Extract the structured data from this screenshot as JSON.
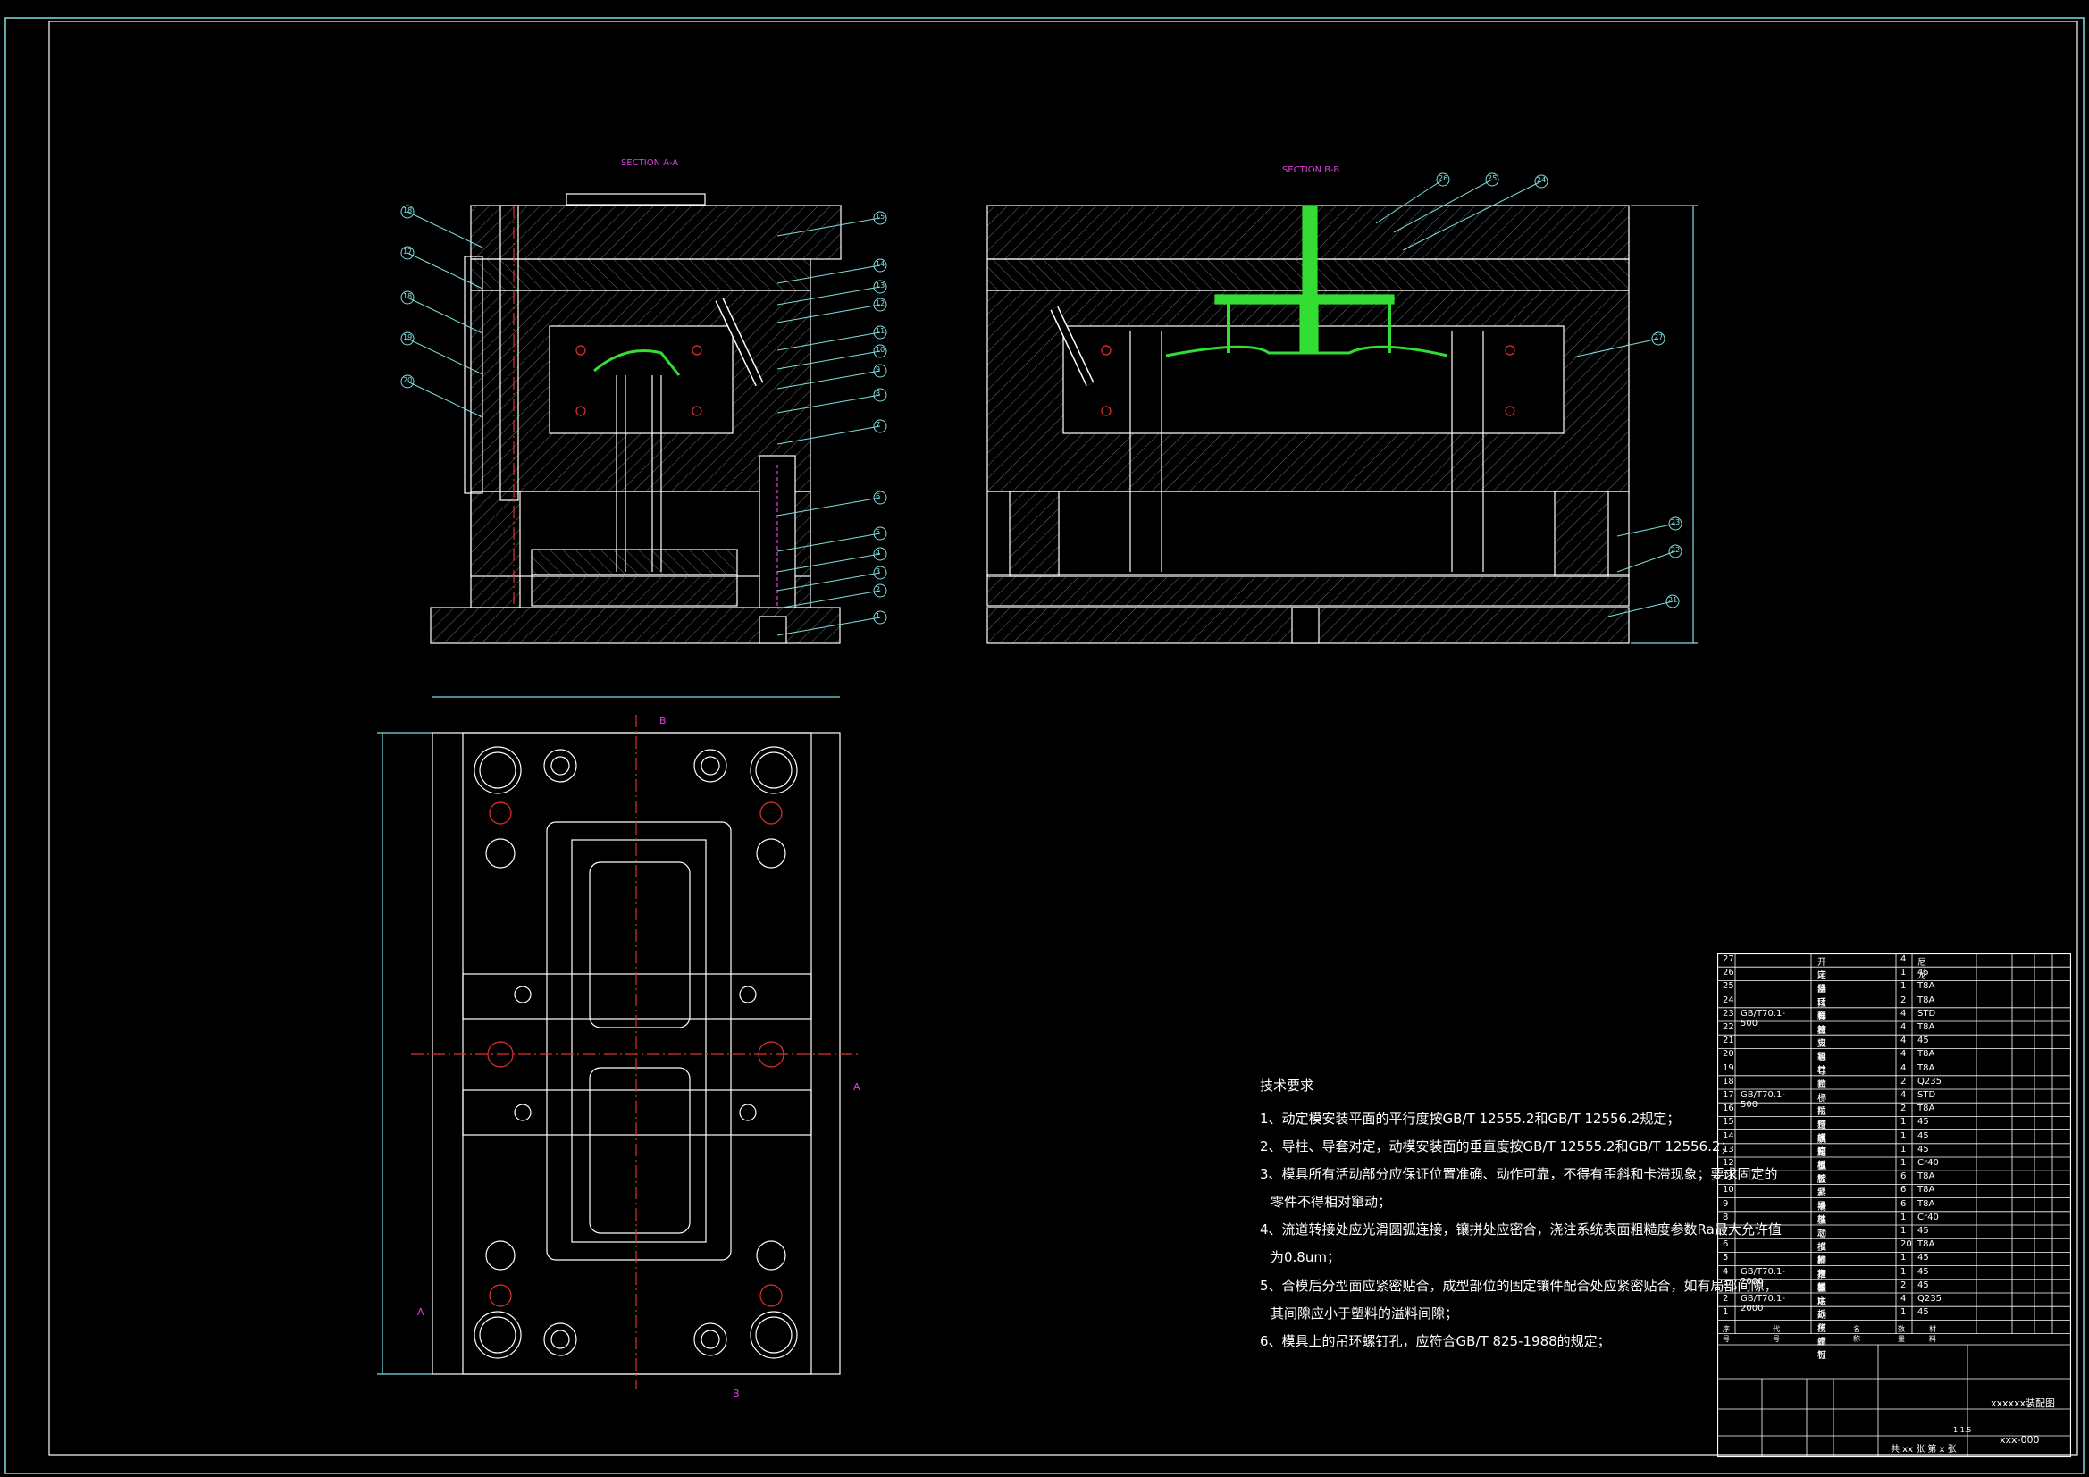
{
  "views": {
    "section_a": "SECTION A-A",
    "section_b": "SECTION B-B",
    "plan_marks": {
      "b_top": "B",
      "b_bottom": "B",
      "a_right": "A",
      "a_left": "A"
    }
  },
  "balloons_left": [
    "18",
    "17",
    "18",
    "19",
    "20"
  ],
  "balloons_right_a": [
    "15",
    "14",
    "13",
    "12",
    "11",
    "10",
    "9",
    "8",
    "7",
    "6",
    "5",
    "4",
    "3",
    "2",
    "1"
  ],
  "balloons_b": [
    "26",
    "25",
    "24",
    "27",
    "23",
    "22",
    "21"
  ],
  "requirements": {
    "title": "技术要求",
    "lines": [
      "1、动定模安装平面的平行度按GB/T 12555.2和GB/T 12556.2规定；",
      "2、导柱、导套对定，动模安装面的垂直度按GB/T 12555.2和GB/T 12556.2；",
      "3、模具所有活动部分应保证位置准确、动作可靠，不得有歪斜和卡滞现象；要求固定的",
      "零件不得相对窜动；",
      "4、流道转接处应光滑圆弧连接，镶拼处应密合，浇注系统表面粗糙度参数Ra最大允许值",
      "为0.8um；",
      "5、合模后分型面应紧密贴合，成型部位的固定镶件配合处应紧密贴合，如有局部间隙，",
      "其间隙应小于塑料的溢料间隙；",
      "6、模具上的吊环螺钉孔，应符合GB/T 825-1988的规定；"
    ]
  },
  "bom": [
    {
      "no": "27",
      "std": "",
      "name": "开闭器",
      "qty": "4",
      "mat": "尼龙"
    },
    {
      "no": "26",
      "std": "",
      "name": "定位环",
      "qty": "1",
      "mat": "45"
    },
    {
      "no": "25",
      "std": "",
      "name": "浇口套",
      "qty": "1",
      "mat": "T8A"
    },
    {
      "no": "24",
      "std": "",
      "name": "拉料杆",
      "qty": "2",
      "mat": "T8A"
    },
    {
      "no": "23",
      "std": "GB/T70.1-500",
      "name": "弹簧",
      "qty": "4",
      "mat": "STD"
    },
    {
      "no": "22",
      "std": "",
      "name": "垃圾钉",
      "qty": "4",
      "mat": "T8A"
    },
    {
      "no": "21",
      "std": "",
      "name": "支承柱",
      "qty": "4",
      "mat": "45"
    },
    {
      "no": "20",
      "std": "",
      "name": "导柱",
      "qty": "4",
      "mat": "T8A"
    },
    {
      "no": "19",
      "std": "",
      "name": "导套",
      "qty": "4",
      "mat": "T8A"
    },
    {
      "no": "18",
      "std": "",
      "name": "拉杆",
      "qty": "2",
      "mat": "Q235"
    },
    {
      "no": "17",
      "std": "GB/T70.1-500",
      "name": "小拉杆",
      "qty": "4",
      "mat": "STD"
    },
    {
      "no": "16",
      "std": "",
      "name": "限位螺钉",
      "qty": "2",
      "mat": "T8A"
    },
    {
      "no": "15",
      "std": "",
      "name": "定模座板",
      "qty": "1",
      "mat": "45"
    },
    {
      "no": "14",
      "std": "",
      "name": "脱料板",
      "qty": "1",
      "mat": "45"
    },
    {
      "no": "13",
      "std": "",
      "name": "定模板",
      "qty": "1",
      "mat": "45"
    },
    {
      "no": "12",
      "std": "",
      "name": "型腔",
      "qty": "1",
      "mat": "Cr40"
    },
    {
      "no": "11",
      "std": "",
      "name": "锁紧块",
      "qty": "6",
      "mat": "T8A"
    },
    {
      "no": "10",
      "std": "",
      "name": "斜导柱",
      "qty": "6",
      "mat": "T8A"
    },
    {
      "no": "9",
      "std": "",
      "name": "滑块",
      "qty": "6",
      "mat": "T8A"
    },
    {
      "no": "8",
      "std": "",
      "name": "型芯",
      "qty": "1",
      "mat": "Cr40"
    },
    {
      "no": "7",
      "std": "",
      "name": "动模固定板",
      "qty": "1",
      "mat": "45"
    },
    {
      "no": "6",
      "std": "",
      "name": "推杆",
      "qty": "20",
      "mat": "T8A"
    },
    {
      "no": "5",
      "std": "",
      "name": "推杆固定板",
      "qty": "1",
      "mat": "45"
    },
    {
      "no": "4",
      "std": "GB/T70.1-2000",
      "name": "推板",
      "qty": "1",
      "mat": "45"
    },
    {
      "no": "3",
      "std": "",
      "name": "垫块",
      "qty": "2",
      "mat": "45"
    },
    {
      "no": "2",
      "std": "GB/T70.1-2000",
      "name": "内六角螺钉",
      "qty": "4",
      "mat": "Q235"
    },
    {
      "no": "1",
      "std": "",
      "name": "动模座板",
      "qty": "1",
      "mat": "45"
    }
  ],
  "bom_header": {
    "no": "序号",
    "std": "代号",
    "name": "名称",
    "qty": "数量",
    "mat": "材料"
  },
  "title_block": {
    "drawing_title": "xxxxxx装配图",
    "drawing_no": "xxx-000",
    "scale": "1:1.5",
    "sheets": "共 xx 张  第 x 张"
  },
  "colors": {
    "outline": "#ffffff",
    "frame": "#7fe0e0",
    "green": "#33dd33",
    "magenta": "#e040e0",
    "cyan": "#40c0e0",
    "red": "#e03030",
    "yellow": "#e0e000"
  }
}
